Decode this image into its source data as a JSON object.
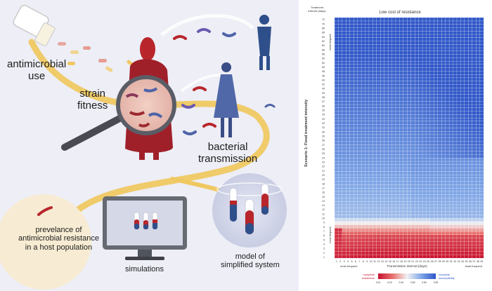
{
  "infographic": {
    "antimicrobial_use": [
      "antimicrobial",
      "use"
    ],
    "strain_fitness": [
      "strain",
      "fitness"
    ],
    "bacterial_transmission": [
      "bacterial",
      "transmission"
    ],
    "prevalence": [
      "prevelance of",
      "antimicrobial resistance",
      "in a host population"
    ],
    "simulations": "simulations",
    "model": [
      "model of",
      "simplified system"
    ]
  },
  "heatmap": {
    "title": "Low cost of resistance",
    "y_axis_title": "Scenario 1: Fixed treatment intensity",
    "y_header": [
      "Treatment",
      "interval (days)"
    ],
    "x_axis_title": "Transmission interval (days)",
    "y_least": "least frequent",
    "y_most": "most frequent",
    "x_most": "most frequent",
    "x_least": "least frequent",
    "legend_left": [
      "complete",
      "resistance"
    ],
    "legend_right": [
      "complete",
      "susceptibility"
    ],
    "legend_ticks": [
      "0.01",
      "0.20",
      "0.40",
      "0.60",
      "0.80",
      "0.99"
    ],
    "colors": {
      "resistance": "#c8102e",
      "susceptibility": "#2e55c8"
    }
  },
  "chart_data": {
    "type": "heatmap",
    "title": "Low cost of resistance",
    "xlabel": "Transmission interval (days)",
    "ylabel": "Scenario 1: Fixed treatment intensity",
    "x": [
      1,
      2,
      3,
      4,
      5,
      6,
      7,
      8,
      9,
      10,
      11,
      12,
      13,
      14,
      15,
      16,
      17,
      18,
      19,
      20,
      21,
      22,
      23,
      24,
      25,
      26,
      27,
      28,
      29,
      30,
      31,
      32,
      33,
      34,
      35,
      36,
      37,
      38,
      39
    ],
    "y": [
      1,
      2,
      3,
      4,
      5,
      6,
      7,
      8,
      9,
      10,
      11,
      12,
      13,
      14,
      15,
      16,
      17,
      18,
      19,
      20,
      21,
      22,
      23,
      24,
      25,
      26,
      27,
      28,
      29,
      30,
      31,
      32,
      33,
      34,
      35,
      36,
      37,
      38,
      39,
      40,
      41,
      42,
      43,
      44,
      45,
      46,
      47,
      48,
      49,
      50,
      51,
      52,
      53,
      54,
      55,
      56,
      57,
      58,
      59,
      60,
      61,
      62,
      63,
      64,
      65,
      66,
      67,
      68,
      69,
      70,
      71,
      72
    ],
    "y_tick_labels": [
      1,
      2,
      3,
      4,
      5,
      6,
      7,
      8,
      9,
      10,
      11,
      12,
      13,
      14,
      15,
      16,
      17,
      18,
      19,
      20,
      21,
      22,
      23,
      24,
      25,
      26,
      27,
      28,
      29,
      30,
      31,
      32,
      33,
      34,
      35,
      36,
      37,
      38,
      39,
      40,
      42,
      44,
      46,
      48,
      50,
      52,
      54,
      56,
      58,
      60,
      62,
      64,
      66,
      68,
      70,
      72
    ],
    "value_meaning": "proportion of susceptibility (0 = complete resistance, 1 = complete susceptibility)",
    "value_range": [
      0.01,
      0.99
    ],
    "pattern": "Treatment interval 1-7 days: ~0.01-0.2 (resistance) for most transmission intervals; rises through ~0.5 at 8-12 days; ~0.7-0.8 from 13-30 days; ~0.9-0.99 above ~35 days, strongest at long transmission intervals (>=25 days)"
  }
}
